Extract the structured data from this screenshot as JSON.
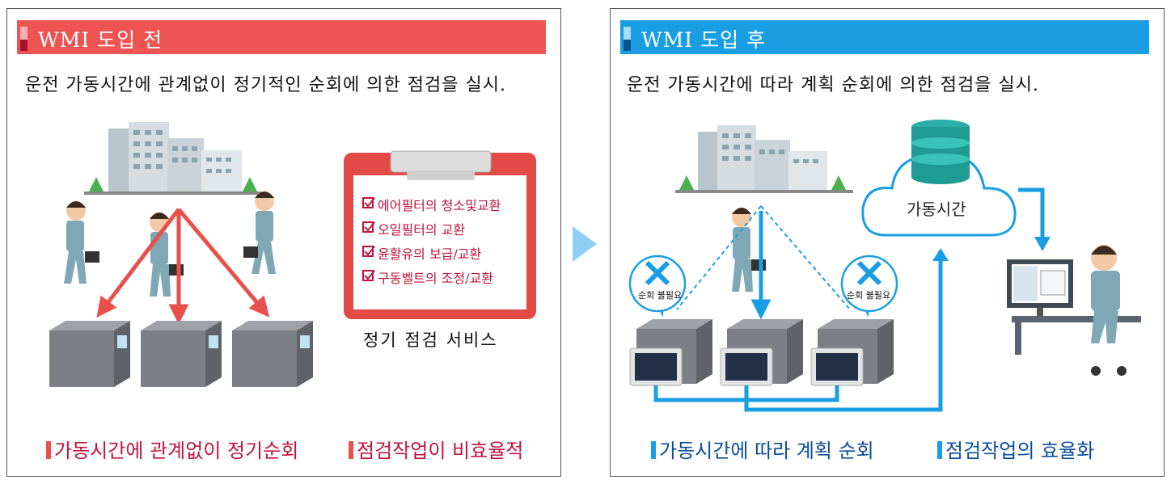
{
  "left": {
    "header_title": "WMI 도입 전",
    "description": "운전 가동시간에 관계없이 정기적인  순회에 의한 점검을 실시.",
    "clipboard_items": [
      "에어필터의 청소및교환",
      "오일필터의 교환",
      "윤활유의 보급/교환",
      "구동벨트의 조정/교환"
    ],
    "clipboard_caption": "정기 점검 서비스",
    "footer": [
      "가동시간에 관계없이 정기순회",
      "점검작업이 비효율적"
    ]
  },
  "right": {
    "header_title": "WMI 도입 후",
    "description": "운전 가동시간에 따라  계획 순회에 의한 점검을 실시.",
    "cloud_label": "가동시간",
    "bubble_label": "순회 불필요",
    "footer": [
      "가동시간에 따라 계획 순회",
      "점검작업의 효율화"
    ]
  },
  "colors": {
    "left_accent": "#ee5452",
    "left_text_accent": "#c0143c",
    "right_accent": "#1a9ee3",
    "right_dark": "#0b4f8f",
    "right_text_accent": "#0a4d9c"
  }
}
